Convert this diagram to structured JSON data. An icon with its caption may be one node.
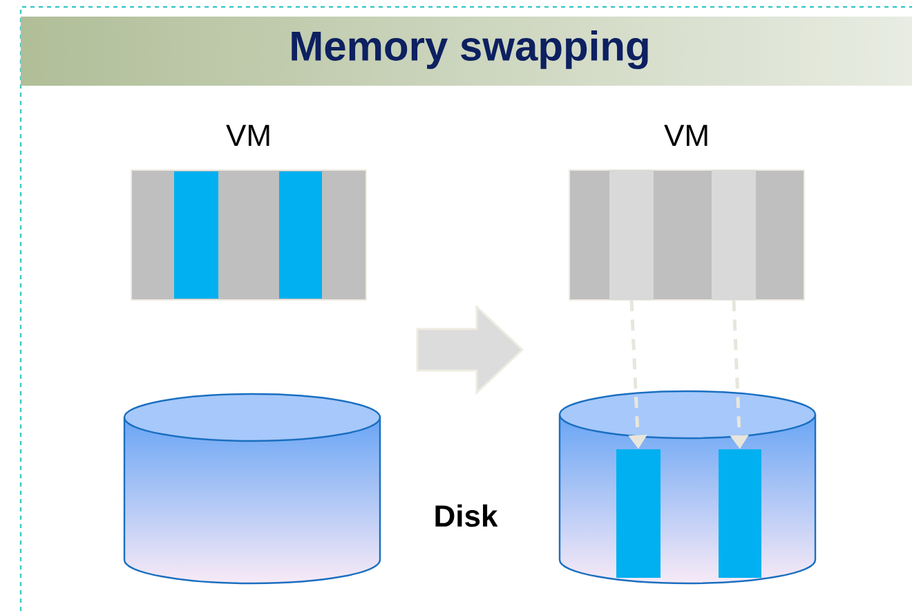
{
  "diagram": {
    "title": "Memory swapping",
    "nodes": [
      {
        "text": [
          "VM"
        ]
      },
      {
        "text": [
          "VM"
        ]
      },
      {
        "text": [],
        "shape": "cylinder"
      },
      {
        "text": [],
        "shape": "cylinder"
      },
      {
        "text": [],
        "shape": "bar",
        "in": 1
      },
      {
        "text": [],
        "shape": "bar",
        "in": 1
      },
      {
        "text": [],
        "shape": "bar",
        "in": 3
      },
      {
        "text": [],
        "shape": "bar",
        "in": 3
      }
    ],
    "edges": [
      {
        "from": 2,
        "to": 3,
        "arrow": "to",
        "style": "thick"
      },
      {
        "from": 4,
        "to": 6,
        "arrow": "to",
        "style": "dashed",
        "color": "#e8e6dc"
      },
      {
        "from": 5,
        "to": 7,
        "arrow": "to",
        "style": "dashed",
        "color": "#e8e6dc"
      }
    ],
    "labels": [
      "Disk"
    ]
  }
}
